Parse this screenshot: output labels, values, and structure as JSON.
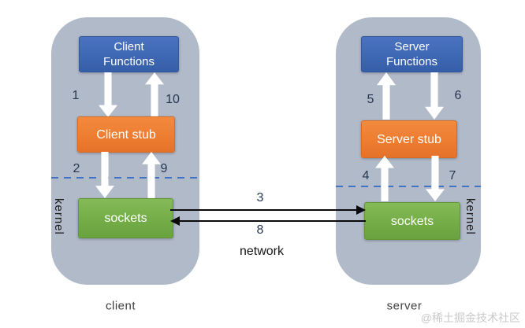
{
  "client": {
    "label": "client",
    "kernel": "kernel",
    "functions_line1": "Client",
    "functions_line2": "Functions",
    "stub": "Client stub",
    "sockets": "sockets",
    "step_1": "1",
    "step_2": "2",
    "step_9": "9",
    "step_10": "10"
  },
  "server": {
    "label": "server",
    "kernel": "kernel",
    "functions_line1": "Server",
    "functions_line2": "Functions",
    "stub": "Server stub",
    "sockets": "sockets",
    "step_4": "4",
    "step_5": "5",
    "step_6": "6",
    "step_7": "7"
  },
  "network": {
    "label": "network",
    "step_3": "3",
    "step_8": "8"
  },
  "watermark": "@稀土掘金技术社区",
  "colors": {
    "panel": "#b1bac9",
    "functions_box": "#3f68b4",
    "stub_box": "#ed7d31",
    "sockets_box": "#74ad48",
    "dashed_line": "#4472c4",
    "step_number": "#253750",
    "arrow_black": "#0a0a0a",
    "watermark": "#c9c9c9"
  }
}
